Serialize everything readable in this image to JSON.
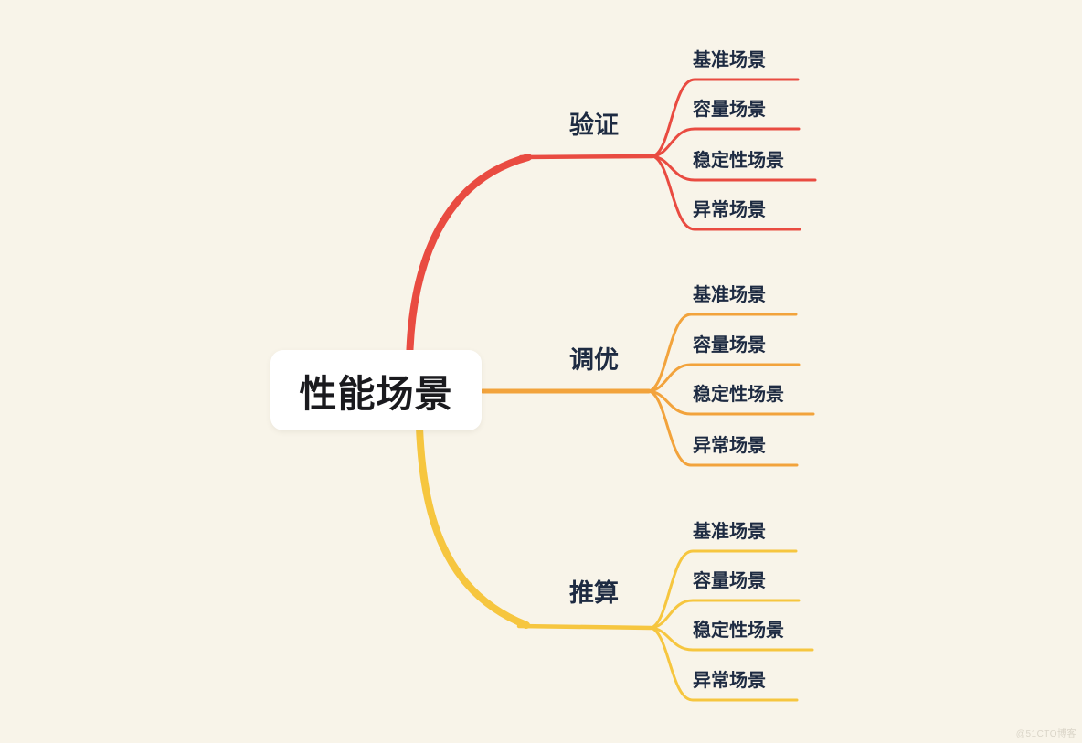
{
  "colors": {
    "bg": "#F8F4E9",
    "red": "#E94B41",
    "orange": "#F2A33C",
    "yellow": "#F6C63F",
    "label": "#1E2B42",
    "root_bg": "#FFFFFF",
    "root_text": "#1A1A1E",
    "watermark": "#DAD5C8"
  },
  "diagram": {
    "type": "mindmap",
    "root": {
      "label": "性能场景"
    },
    "branches": [
      {
        "label": "验证",
        "color": "#E94B41",
        "children": [
          "基准场景",
          "容量场景",
          "稳定性场景",
          "异常场景"
        ]
      },
      {
        "label": "调优",
        "color": "#F2A33C",
        "children": [
          "基准场景",
          "容量场景",
          "稳定性场景",
          "异常场景"
        ]
      },
      {
        "label": "推算",
        "color": "#F6C63F",
        "children": [
          "基准场景",
          "容量场景",
          "稳定性场景",
          "异常场景"
        ]
      }
    ]
  },
  "watermark": {
    "label": "@51CTO博客"
  }
}
